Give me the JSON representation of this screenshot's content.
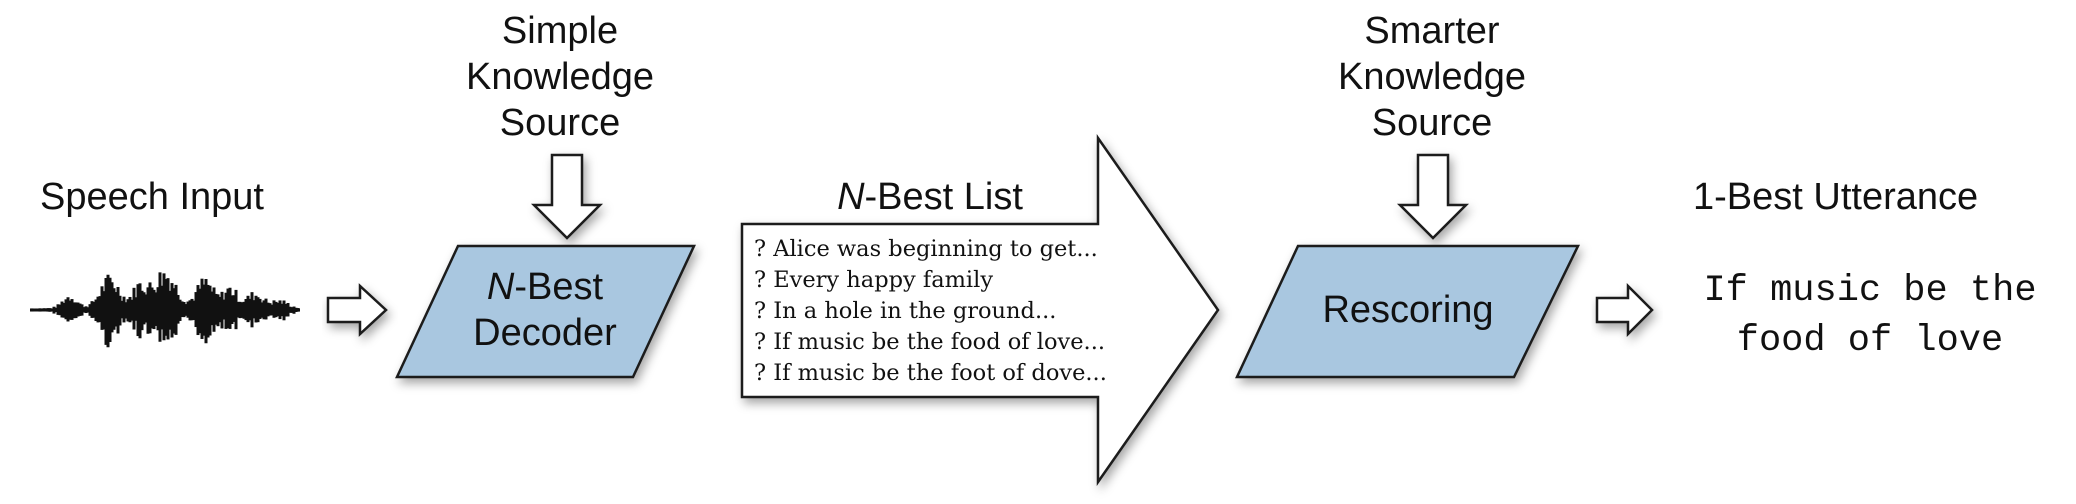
{
  "colors": {
    "box_fill": "#a9c7e0",
    "box_stroke": "#1a1a1a",
    "arrow_fill": "#ffffff",
    "waveform": "#111111"
  },
  "speech_input": {
    "label": "Speech Input",
    "icon": "waveform-icon"
  },
  "simple_source": {
    "line1": "Simple",
    "line2": "Knowledge",
    "line3": "Source"
  },
  "decoder": {
    "italic_part": "N",
    "line1_rest": "-Best",
    "line2": "Decoder"
  },
  "nbest": {
    "title_italic": "N",
    "title_rest": "-Best List",
    "items": [
      "? Alice was beginning to get...",
      "? Every happy family",
      "? In a hole in the ground...",
      "? If music be the food of love...",
      "? If music be the foot of dove..."
    ]
  },
  "smarter_source": {
    "line1": "Smarter",
    "line2": "Knowledge",
    "line3": "Source"
  },
  "rescoring": {
    "label": "Rescoring"
  },
  "output": {
    "label": "1-Best Utterance",
    "line1": "If music be the",
    "line2": "food of love"
  }
}
